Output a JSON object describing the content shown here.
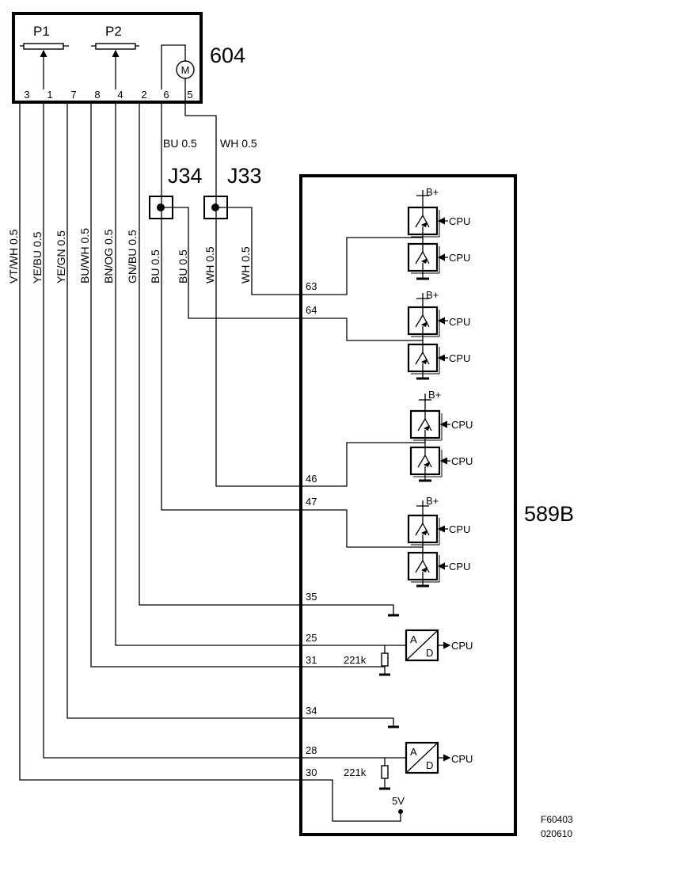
{
  "component_604": {
    "label": "604",
    "p1": "P1",
    "p2": "P2",
    "motor": "M",
    "pins": [
      "3",
      "1",
      "7",
      "8",
      "4",
      "2",
      "6",
      "5"
    ]
  },
  "junctions": {
    "j34": "J34",
    "j33": "J33"
  },
  "motor_wires": {
    "left": "BU  0.5",
    "right": "WH   0.5"
  },
  "harness_wires": [
    "VT/WH  0.5",
    "YE/BU  0.5",
    "YE/GN  0.5",
    "BU/WH  0.5",
    "BN/OG  0.5",
    "GN/BU  0.5",
    "BU  0.5",
    "BU  0.5",
    "WH  0.5",
    "WH  0.5"
  ],
  "module_589b": {
    "label": "589B",
    "pins": [
      "63",
      "64",
      "46",
      "47",
      "35",
      "25",
      "31",
      "34",
      "28",
      "30"
    ],
    "supply": "B+",
    "cpu": "CPU",
    "adc_a": "A",
    "adc_d": "D",
    "resistor": "221k",
    "vref": "5V"
  },
  "footer": {
    "code": "F60403",
    "date": "020610"
  }
}
